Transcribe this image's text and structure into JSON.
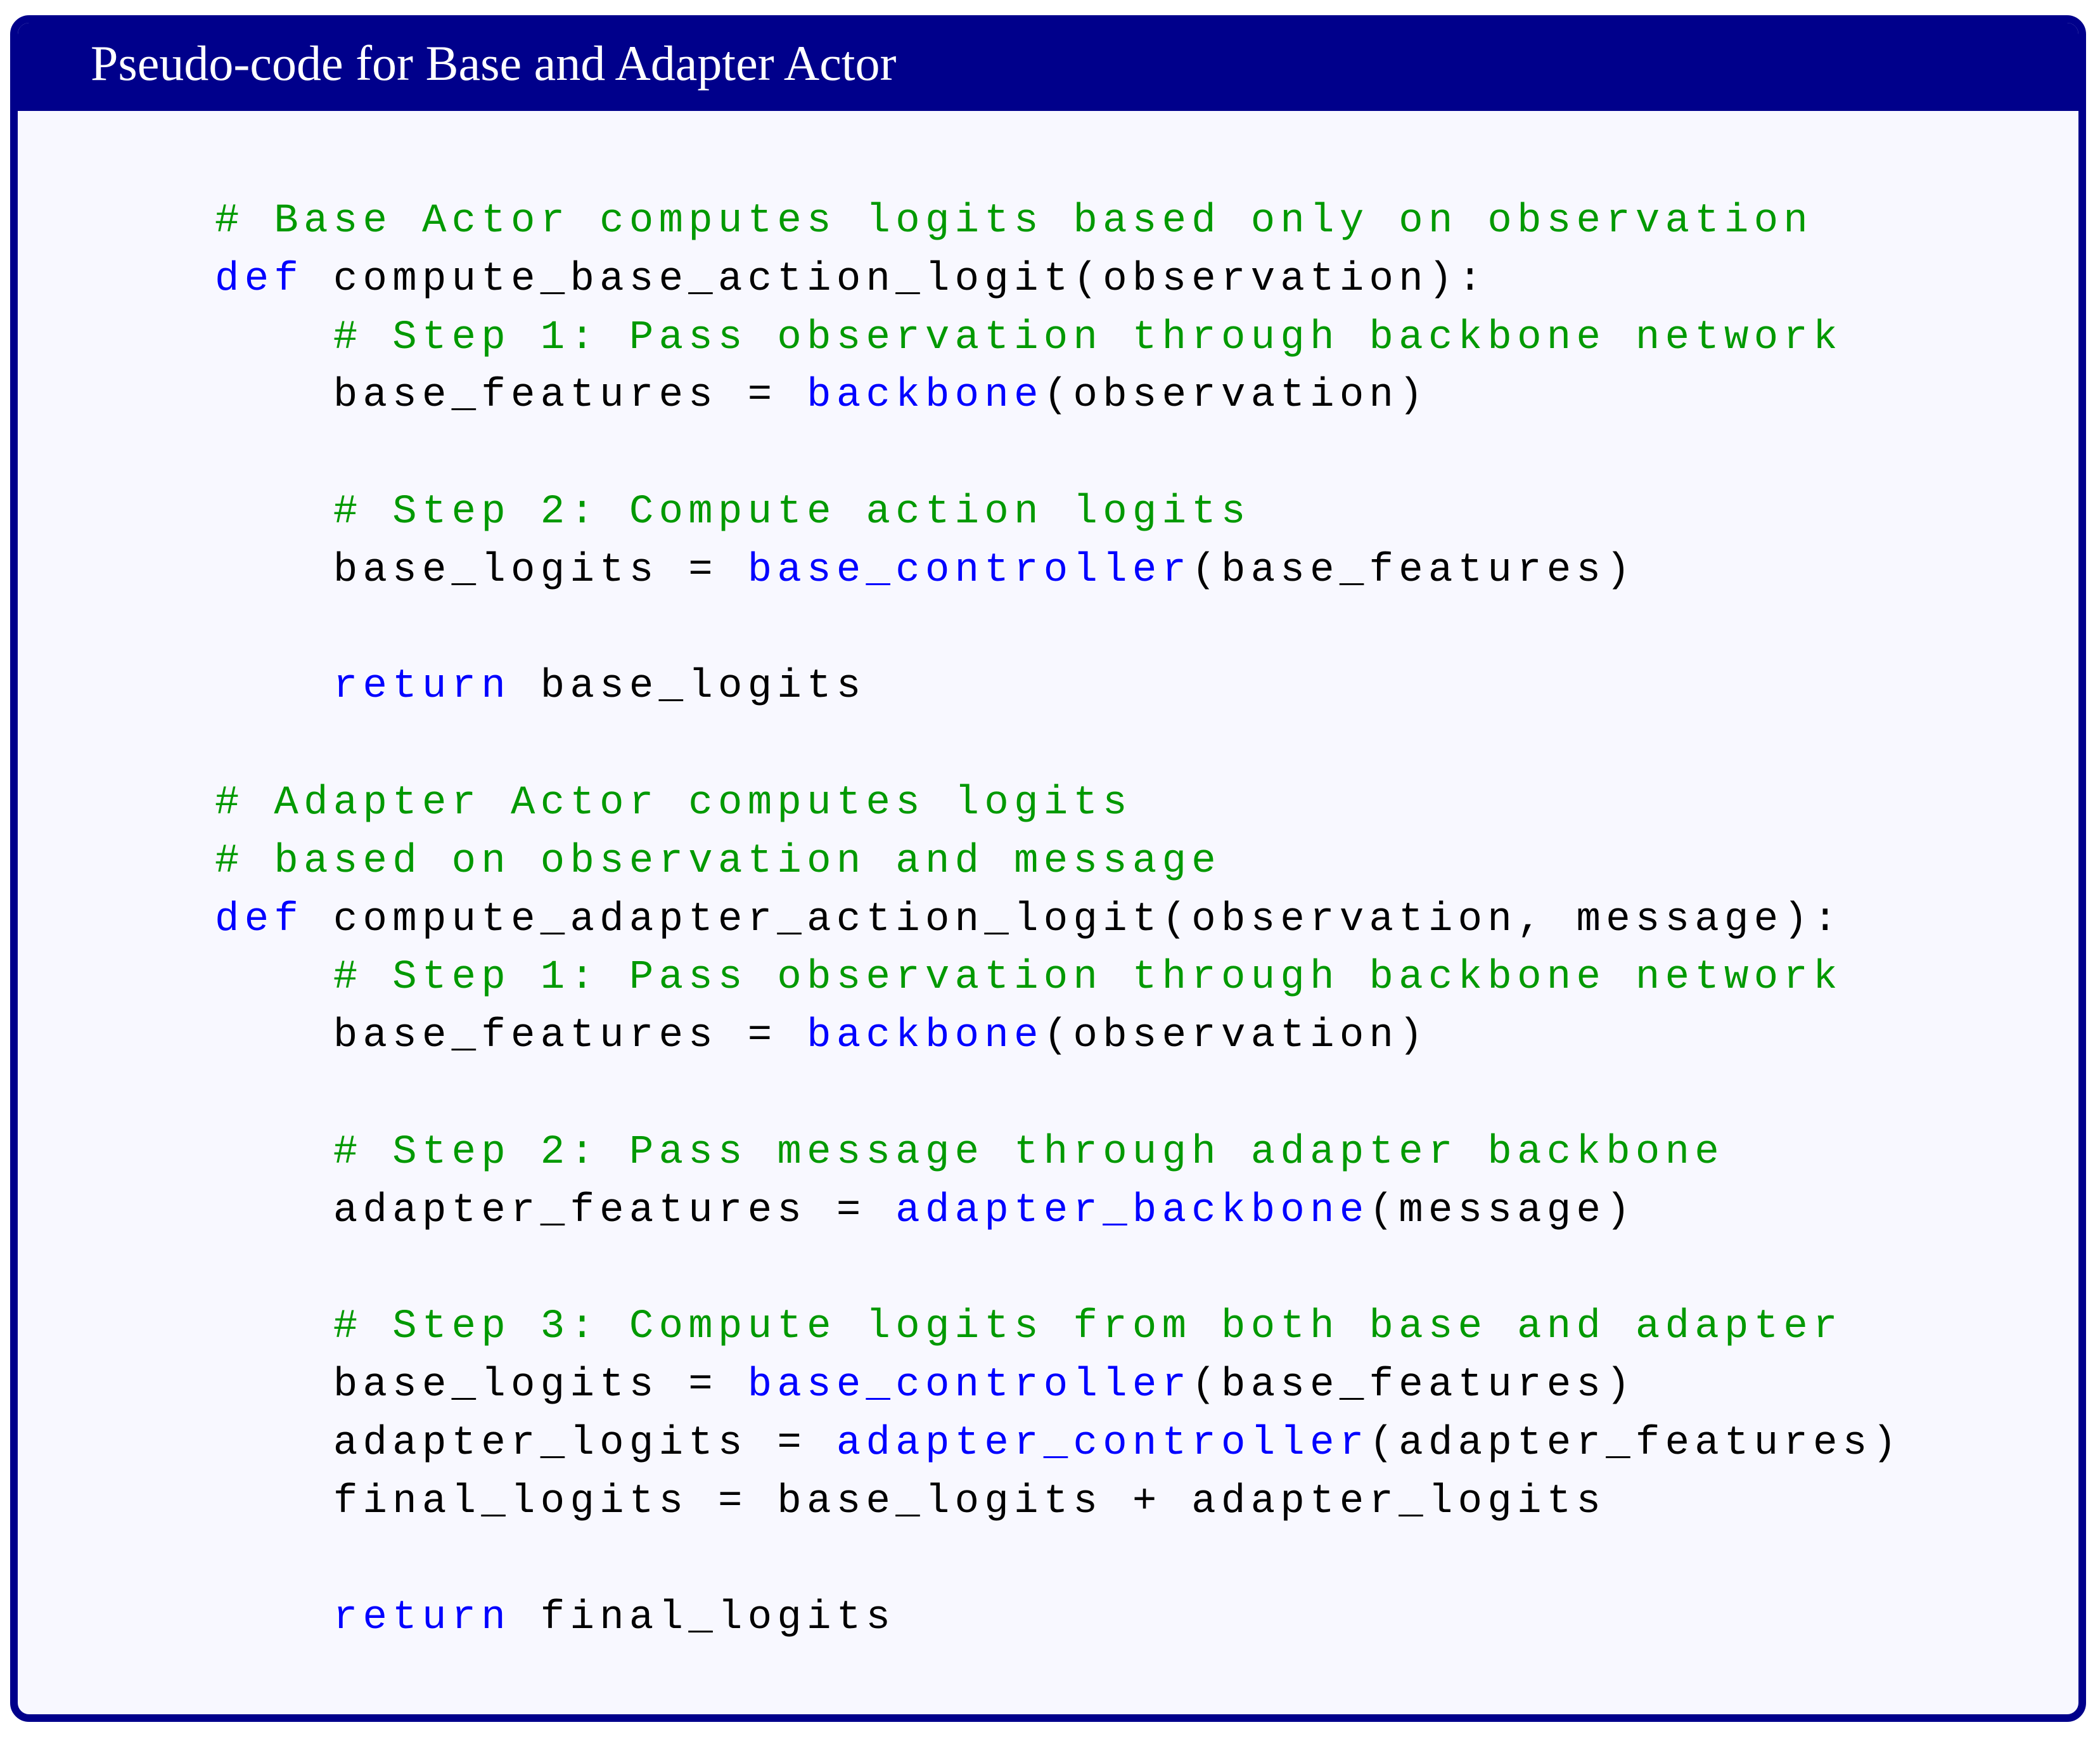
{
  "header": {
    "title": "Pseudo-code for Base and Adapter Actor"
  },
  "colors": {
    "frame": "#00008B",
    "background": "#F8F8FF",
    "comment": "#009900",
    "keyword": "#0000FF",
    "function_call": "#0000FF",
    "text": "#000000"
  },
  "code": {
    "lines": [
      [
        {
          "t": "cm",
          "v": "# Base Actor computes logits based only on observation"
        }
      ],
      [
        {
          "t": "kw",
          "v": "def"
        },
        {
          "t": "tx",
          "v": " compute_base_action_logit(observation):"
        }
      ],
      [
        {
          "t": "tx",
          "v": "    "
        },
        {
          "t": "cm",
          "v": "# Step 1: Pass observation through backbone network"
        }
      ],
      [
        {
          "t": "tx",
          "v": "    base_features = "
        },
        {
          "t": "fn",
          "v": "backbone"
        },
        {
          "t": "tx",
          "v": "(observation)"
        }
      ],
      [],
      [
        {
          "t": "tx",
          "v": "    "
        },
        {
          "t": "cm",
          "v": "# Step 2: Compute action logits"
        }
      ],
      [
        {
          "t": "tx",
          "v": "    base_logits = "
        },
        {
          "t": "fn",
          "v": "base_controller"
        },
        {
          "t": "tx",
          "v": "(base_features)"
        }
      ],
      [],
      [
        {
          "t": "tx",
          "v": "    "
        },
        {
          "t": "kw",
          "v": "return"
        },
        {
          "t": "tx",
          "v": " base_logits"
        }
      ],
      [],
      [
        {
          "t": "cm",
          "v": "# Adapter Actor computes logits"
        }
      ],
      [
        {
          "t": "cm",
          "v": "# based on observation and message"
        }
      ],
      [
        {
          "t": "kw",
          "v": "def"
        },
        {
          "t": "tx",
          "v": " compute_adapter_action_logit(observation, message):"
        }
      ],
      [
        {
          "t": "tx",
          "v": "    "
        },
        {
          "t": "cm",
          "v": "# Step 1: Pass observation through backbone network"
        }
      ],
      [
        {
          "t": "tx",
          "v": "    base_features = "
        },
        {
          "t": "fn",
          "v": "backbone"
        },
        {
          "t": "tx",
          "v": "(observation)"
        }
      ],
      [],
      [
        {
          "t": "tx",
          "v": "    "
        },
        {
          "t": "cm",
          "v": "# Step 2: Pass message through adapter backbone"
        }
      ],
      [
        {
          "t": "tx",
          "v": "    adapter_features = "
        },
        {
          "t": "fn",
          "v": "adapter_backbone"
        },
        {
          "t": "tx",
          "v": "(message)"
        }
      ],
      [],
      [
        {
          "t": "tx",
          "v": "    "
        },
        {
          "t": "cm",
          "v": "# Step 3: Compute logits from both base and adapter"
        }
      ],
      [
        {
          "t": "tx",
          "v": "    base_logits = "
        },
        {
          "t": "fn",
          "v": "base_controller"
        },
        {
          "t": "tx",
          "v": "(base_features)"
        }
      ],
      [
        {
          "t": "tx",
          "v": "    adapter_logits = "
        },
        {
          "t": "fn",
          "v": "adapter_controller"
        },
        {
          "t": "tx",
          "v": "(adapter_features)"
        }
      ],
      [
        {
          "t": "tx",
          "v": "    final_logits = base_logits + adapter_logits"
        }
      ],
      [],
      [
        {
          "t": "tx",
          "v": "    "
        },
        {
          "t": "kw",
          "v": "return"
        },
        {
          "t": "tx",
          "v": " final_logits"
        }
      ]
    ]
  }
}
